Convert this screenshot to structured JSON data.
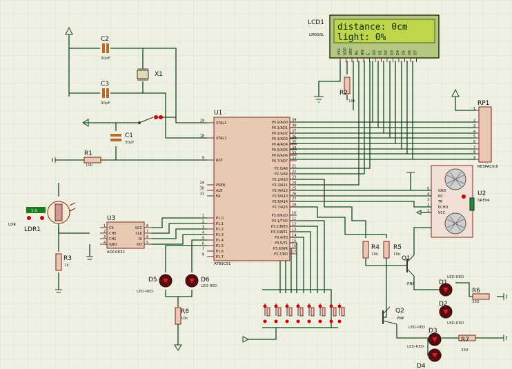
{
  "lcd": {
    "ref": "LCD1",
    "model": "LM016L",
    "line1": "distance:  0cm",
    "line2": "light:  0%",
    "pins": [
      "VSS",
      "VDD",
      "VEE",
      "RS",
      "RW",
      "E",
      "D0",
      "D1",
      "D2",
      "D3",
      "D4",
      "D5",
      "D6",
      "D7"
    ]
  },
  "mcu": {
    "ref": "U1",
    "part": "AT89C51",
    "left_pins": [
      {
        "n": "19",
        "t": "XTAL1"
      },
      {
        "n": "18",
        "t": "XTAL2"
      },
      {
        "n": "9",
        "t": "RST"
      },
      {
        "n": "29",
        "t": "PSEN"
      },
      {
        "n": "30",
        "t": "ALE"
      },
      {
        "n": "31",
        "t": "EA"
      },
      {
        "n": "1",
        "t": "P1.0"
      },
      {
        "n": "2",
        "t": "P1.1"
      },
      {
        "n": "3",
        "t": "P1.2"
      },
      {
        "n": "4",
        "t": "P1.3"
      },
      {
        "n": "5",
        "t": "P1.4"
      },
      {
        "n": "6",
        "t": "P1.5"
      },
      {
        "n": "7",
        "t": "P1.6"
      },
      {
        "n": "8",
        "t": "P1.7"
      }
    ],
    "p0": [
      {
        "n": "39",
        "t": "P0.0/AD0"
      },
      {
        "n": "38",
        "t": "P0.1/AD1"
      },
      {
        "n": "37",
        "t": "P0.2/AD2"
      },
      {
        "n": "36",
        "t": "P0.3/AD3"
      },
      {
        "n": "35",
        "t": "P0.4/AD4"
      },
      {
        "n": "34",
        "t": "P0.5/AD5"
      },
      {
        "n": "33",
        "t": "P0.6/AD6"
      },
      {
        "n": "32",
        "t": "P0.7/AD7"
      }
    ],
    "p2": [
      {
        "n": "21",
        "t": "P2.0/A8"
      },
      {
        "n": "22",
        "t": "P2.1/A9"
      },
      {
        "n": "23",
        "t": "P2.2/A10"
      },
      {
        "n": "24",
        "t": "P2.3/A11"
      },
      {
        "n": "25",
        "t": "P2.4/A12"
      },
      {
        "n": "26",
        "t": "P2.5/A13"
      },
      {
        "n": "27",
        "t": "P2.6/A14"
      },
      {
        "n": "28",
        "t": "P2.7/A15"
      }
    ],
    "p3": [
      {
        "n": "10",
        "t": "P3.0/RXD"
      },
      {
        "n": "11",
        "t": "P3.1/TXD"
      },
      {
        "n": "12",
        "t": "P3.2/INT0"
      },
      {
        "n": "13",
        "t": "P3.3/INT1"
      },
      {
        "n": "14",
        "t": "P3.4/T0"
      },
      {
        "n": "15",
        "t": "P3.5/T1"
      },
      {
        "n": "16",
        "t": "P3.6/WR"
      },
      {
        "n": "17",
        "t": "P3.7/RD"
      }
    ]
  },
  "adc": {
    "ref": "U3",
    "part": "ADC0832",
    "left": [
      "CS",
      "CH0",
      "CH1",
      "GND"
    ],
    "right": [
      "VCC",
      "CLK",
      "DI",
      "DO"
    ],
    "right_nums": [
      "8",
      "7",
      "6",
      "5"
    ],
    "left_nums": [
      "1",
      "2",
      "3",
      "4"
    ]
  },
  "sensor": {
    "ref": "U2",
    "part": "SRF04",
    "pins": [
      "GND",
      "NC",
      "TR",
      "ECHO",
      "VCC"
    ],
    "nums": [
      "5",
      "4",
      "3",
      "2",
      "1"
    ]
  },
  "rpack": {
    "ref": "RP1",
    "part": "RESPACK-8",
    "nums": [
      "1",
      "2",
      "3",
      "4",
      "5",
      "6",
      "7",
      "8",
      "9"
    ]
  },
  "caps": [
    {
      "ref": "C2",
      "val": "30pF"
    },
    {
      "ref": "C3",
      "val": "30pF"
    },
    {
      "ref": "C1",
      "val": "30pF"
    }
  ],
  "crystal": {
    "ref": "X1"
  },
  "resistors": [
    {
      "ref": "R1",
      "val": "10k"
    },
    {
      "ref": "R2",
      "val": "10k"
    },
    {
      "ref": "R3",
      "val": "1k"
    },
    {
      "ref": "R4",
      "val": "10k"
    },
    {
      "ref": "R5",
      "val": "10k"
    },
    {
      "ref": "R6",
      "val": "330"
    },
    {
      "ref": "R7",
      "val": "330"
    },
    {
      "ref": "R8",
      "val": "10k"
    }
  ],
  "leds": [
    {
      "ref": "D1",
      "val": "LED-RED"
    },
    {
      "ref": "D2",
      "val": "LED-RED"
    },
    {
      "ref": "D3",
      "val": "LED-RED"
    },
    {
      "ref": "D4",
      "val": "LED-RED"
    },
    {
      "ref": "D5",
      "val": "LED-RED"
    },
    {
      "ref": "D6",
      "val": "LED-RED"
    }
  ],
  "transistors": [
    {
      "ref": "Q1",
      "val": "PNP"
    },
    {
      "ref": "Q2",
      "val": "PNP"
    }
  ],
  "ldr": {
    "ref": "LDR1",
    "side": "LDR",
    "probe": "1.0"
  }
}
